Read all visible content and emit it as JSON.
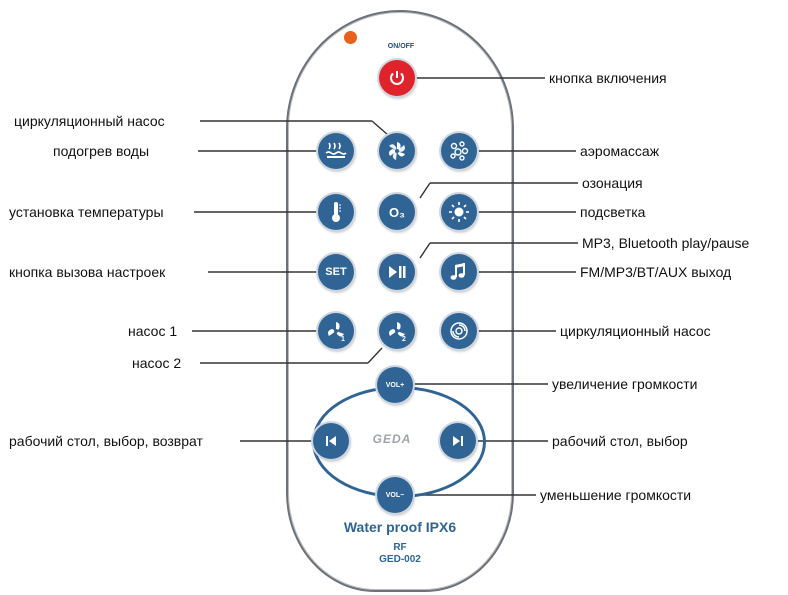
{
  "remote": {
    "onoff_label": "ON/OFF",
    "waterproof": "Water proof IPX6",
    "rf": "RF",
    "model": "GED-002",
    "logo": "GEDA",
    "vol_plus": "VOL+",
    "vol_minus": "VOL−",
    "set": "SET",
    "ozone": "O₃"
  },
  "labels": {
    "power": "кнопка включения",
    "circ_pump_top": "циркуляционный насос",
    "water_heating": "подогрев воды",
    "aeromassage": "аэромассаж",
    "ozonation": "озонация",
    "set_temp": "установка температуры",
    "backlight": "подсветка",
    "mp3_bt": "MP3, Bluetooth play/pause",
    "settings_call": "кнопка вызова настроек",
    "fm_output": "FM/MP3/BT/AUX выход",
    "pump1": "насос 1",
    "circ_pump_right": "циркуляционный насос",
    "pump2": "насос 2",
    "vol_up": "увеличение громкости",
    "desk_select_back": "рабочий стол, выбор, возврат",
    "desk_select": "рабочий стол, выбор",
    "vol_down": "уменьшение громкости"
  },
  "colors": {
    "button_blue": "#2f6494",
    "power_red": "#e0222b",
    "led_orange": "#e8601c"
  }
}
